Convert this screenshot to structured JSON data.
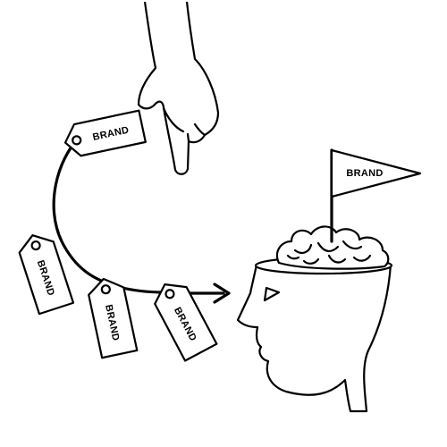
{
  "tags": [
    {
      "text": "BRAND"
    },
    {
      "text": "BRAND"
    },
    {
      "text": "BRAND"
    },
    {
      "text": "BRAND"
    }
  ],
  "flag": {
    "text": "BRAND"
  },
  "colors": {
    "ink": "#000000",
    "background": "#ffffff"
  }
}
